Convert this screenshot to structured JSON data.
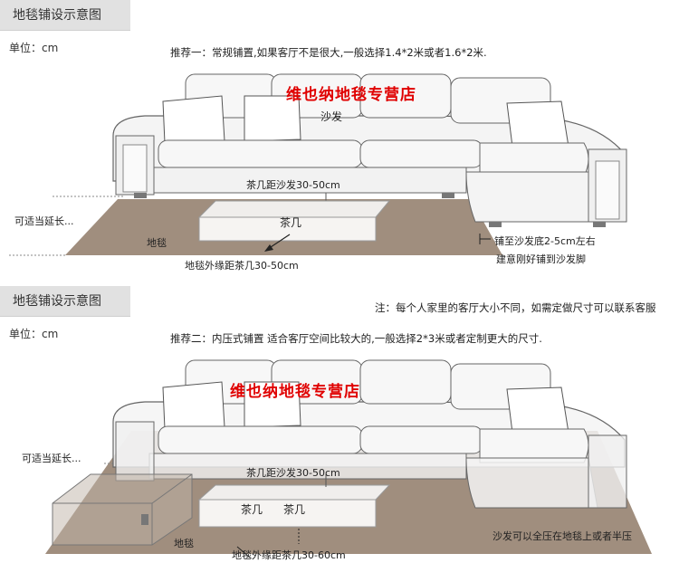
{
  "top": {
    "tab_title": "地毯铺设示意图",
    "unit": "单位：cm",
    "recommendation": "推荐一：常规铺置,如果客厅不是很大,一般选择1.4*2米或者1.6*2米.",
    "shop_name": "维也纳地毯专营店",
    "sofa_label": "沙发",
    "table_label": "茶几",
    "rug_label": "地毯",
    "extend_label": "可适当延长...",
    "table_to_sofa": "茶几距沙发30-50cm",
    "rug_edge_to_table": "地毯外缘距茶几30-50cm",
    "rug_under_sofa": "铺至沙发底2-5cm左右",
    "rug_under_sofa_note": "建意刚好铺到沙发脚"
  },
  "bottom": {
    "tab_title": "地毯铺设示意图",
    "unit": "单位：cm",
    "notice": "注：每个人家里的客厅大小不同，如需定做尺寸可以联系客服",
    "recommendation": "推荐二：内压式铺置  适合客厅空间比较大的,一般选择2*3米或者定制更大的尺寸.",
    "shop_name": "维也纳地毯专营店",
    "table_label_1": "茶几",
    "table_label_2": "茶几",
    "rug_label": "地毯",
    "extend_label": "可适当延长...",
    "table_to_sofa": "茶几距沙发30-50cm",
    "rug_edge_to_table": "地毯外缘距茶几30-60cm",
    "sofa_on_rug": "沙发可以全压在地毯上或者半压"
  },
  "colors": {
    "rug": "#a08e7e",
    "shop_name": "#e00000",
    "tab_bg": "#e1e1e1"
  }
}
